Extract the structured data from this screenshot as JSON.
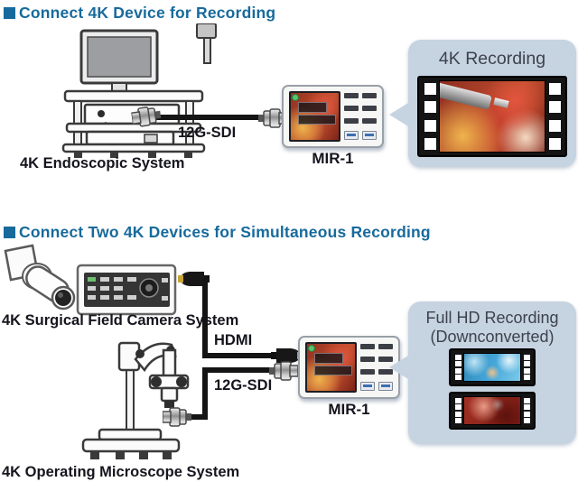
{
  "colors": {
    "heading_blue": "#176a9c",
    "label_dark": "#15151e",
    "panel_bg": "#c6d3e1",
    "cable_black": "#141414"
  },
  "section1": {
    "heading": "Connect 4K Device for Recording",
    "source_device": "4K Endoscopic System",
    "cable_sdi": "12G-SDI",
    "recorder": "MIR-1",
    "output_panel_title": "4K Recording"
  },
  "section2": {
    "heading": "Connect Two 4K Devices for Simultaneous Recording",
    "camera_device": "4K Surgical Field Camera System",
    "microscope_device": "4K Operating Microscope System",
    "cable_hdmi": "HDMI",
    "cable_sdi": "12G-SDI",
    "recorder": "MIR-1",
    "output_panel_title_line1": "Full HD Recording",
    "output_panel_title_line2": "(Downconverted)"
  }
}
